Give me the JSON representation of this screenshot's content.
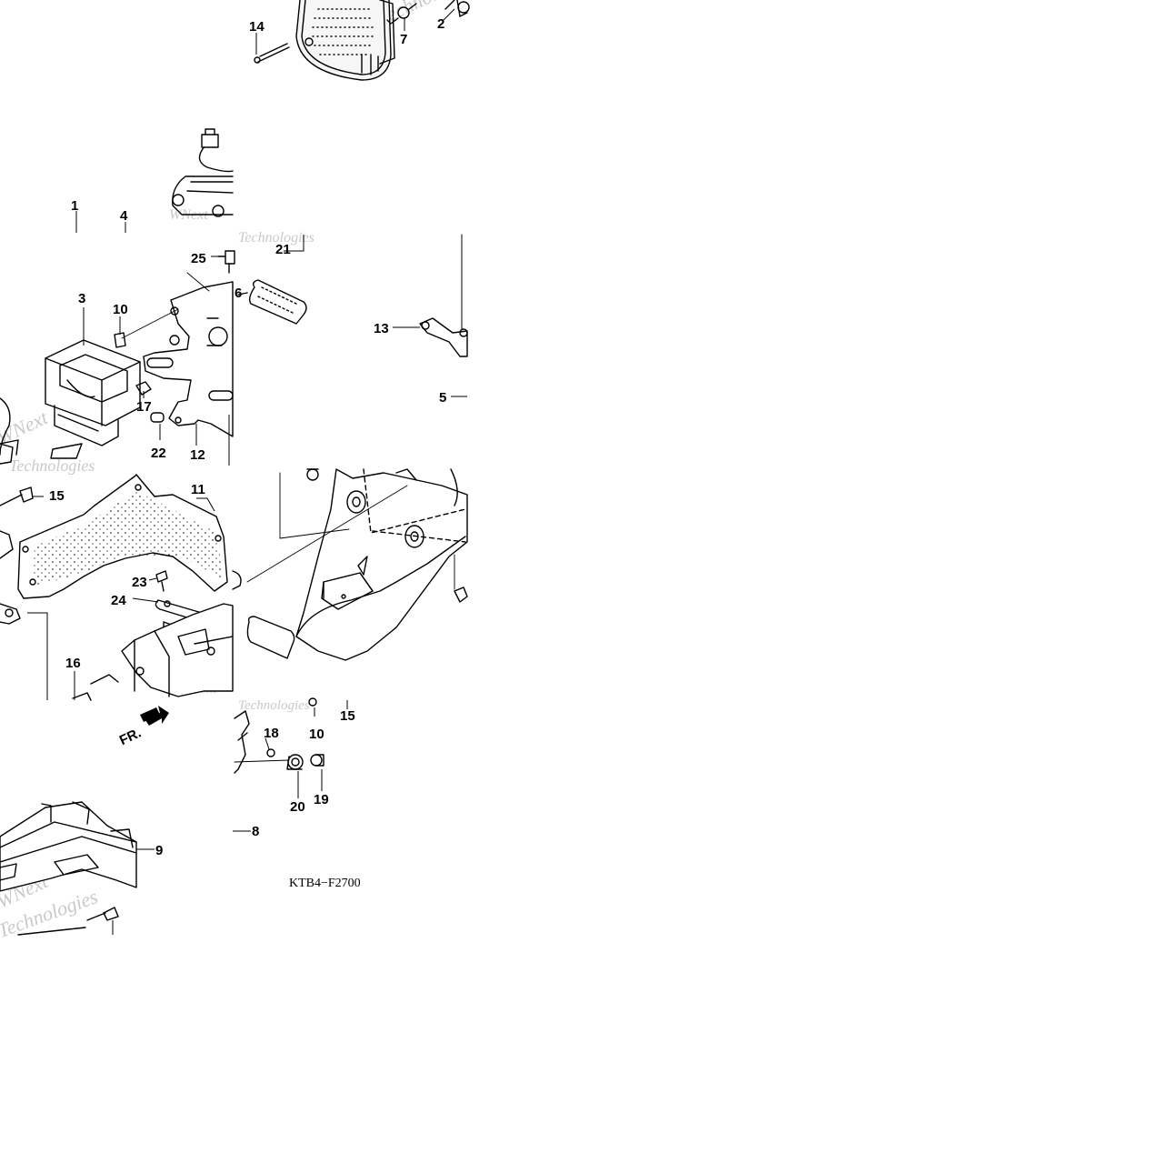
{
  "diagram": {
    "code": "KTB4−F2700",
    "direction_label": "FR.",
    "watermark_lines": [
      "WNext",
      "Technologies"
    ],
    "callouts": [
      "1",
      "2",
      "3",
      "4",
      "5",
      "6",
      "7",
      "8",
      "9",
      "10",
      "10",
      "11",
      "12",
      "13",
      "14",
      "15",
      "15",
      "16",
      "17",
      "18",
      "19",
      "20",
      "21",
      "22",
      "23",
      "24",
      "25"
    ]
  }
}
